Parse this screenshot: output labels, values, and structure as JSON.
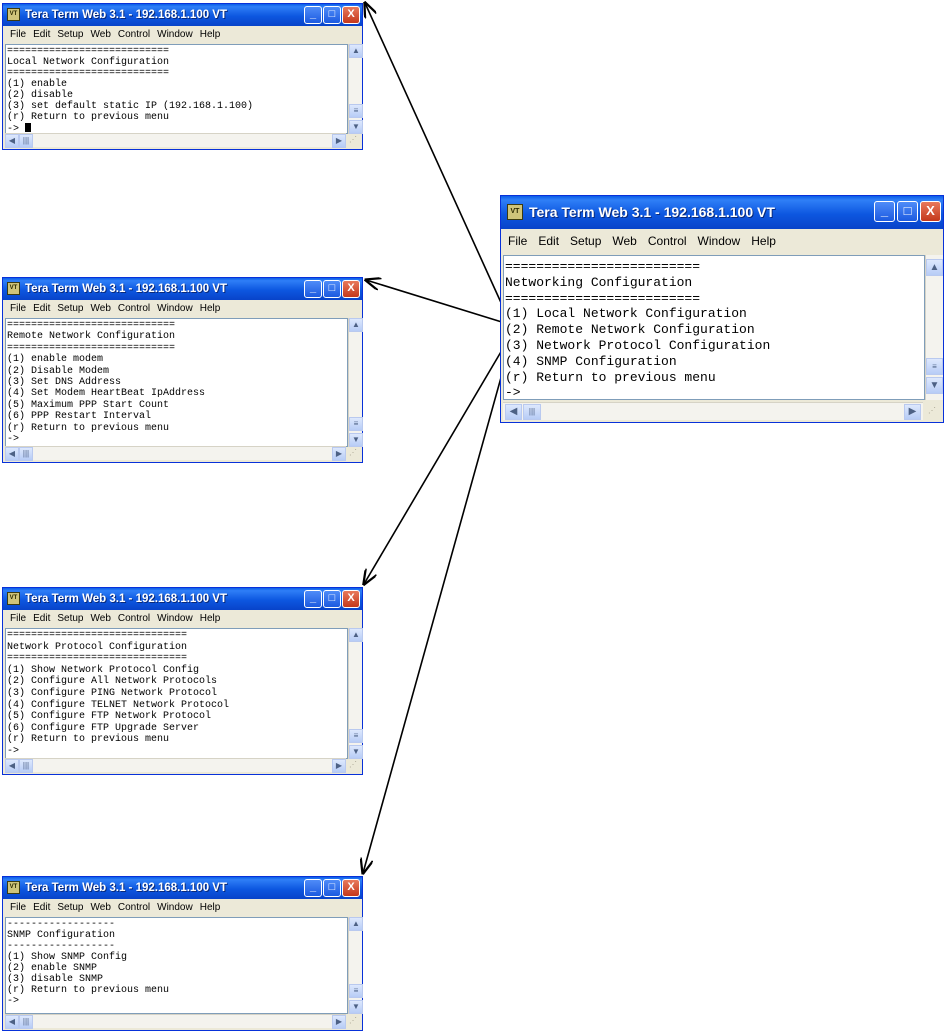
{
  "app_title": "Tera Term Web 3.1 - 192.168.1.100 VT",
  "menu": [
    "File",
    "Edit",
    "Setup",
    "Web",
    "Control",
    "Window",
    "Help"
  ],
  "window_buttons": {
    "minimize": "_",
    "maximize": "□",
    "close": "X"
  },
  "main_window": {
    "lines": [
      "=========================",
      "Networking Configuration",
      "=========================",
      "(1) Local Network Configuration",
      "(2) Remote Network Configuration",
      "(3) Network Protocol Configuration",
      "(4) SNMP Configuration",
      "(r) Return to previous menu",
      "->"
    ]
  },
  "local_window": {
    "lines": [
      "===========================",
      "Local Network Configuration",
      "===========================",
      "(1) enable",
      "(2) disable",
      "(3) set default static IP (192.168.1.100)",
      "(r) Return to previous menu",
      "->"
    ]
  },
  "remote_window": {
    "lines": [
      "============================",
      "Remote Network Configuration",
      "============================",
      "(1) enable modem",
      "(2) Disable Modem",
      "(3) Set DNS Address",
      "(4) Set Modem HeartBeat IpAddress",
      "(5) Maximum PPP Start Count",
      "(6) PPP Restart Interval",
      "(r) Return to previous menu",
      "->"
    ]
  },
  "protocol_window": {
    "lines": [
      "==============================",
      "Network Protocol Configuration",
      "==============================",
      "(1) Show Network Protocol Config",
      "(2) Configure All Network Protocols",
      "(3) Configure PING Network Protocol",
      "(4) Configure TELNET Network Protocol",
      "(5) Configure FTP Network Protocol",
      "(6) Configure FTP Upgrade Server",
      "(r) Return to previous menu",
      "->"
    ]
  },
  "snmp_window": {
    "lines": [
      "------------------",
      "SNMP Configuration",
      "------------------",
      "(1) Show SNMP Config",
      "(2) enable SNMP",
      "(3) disable SNMP",
      "(r) Return to previous menu",
      "->"
    ]
  },
  "colors": {
    "titlebar": "#0d57e0",
    "arrow": "#000000",
    "terminal_bg": "#ffffff"
  }
}
